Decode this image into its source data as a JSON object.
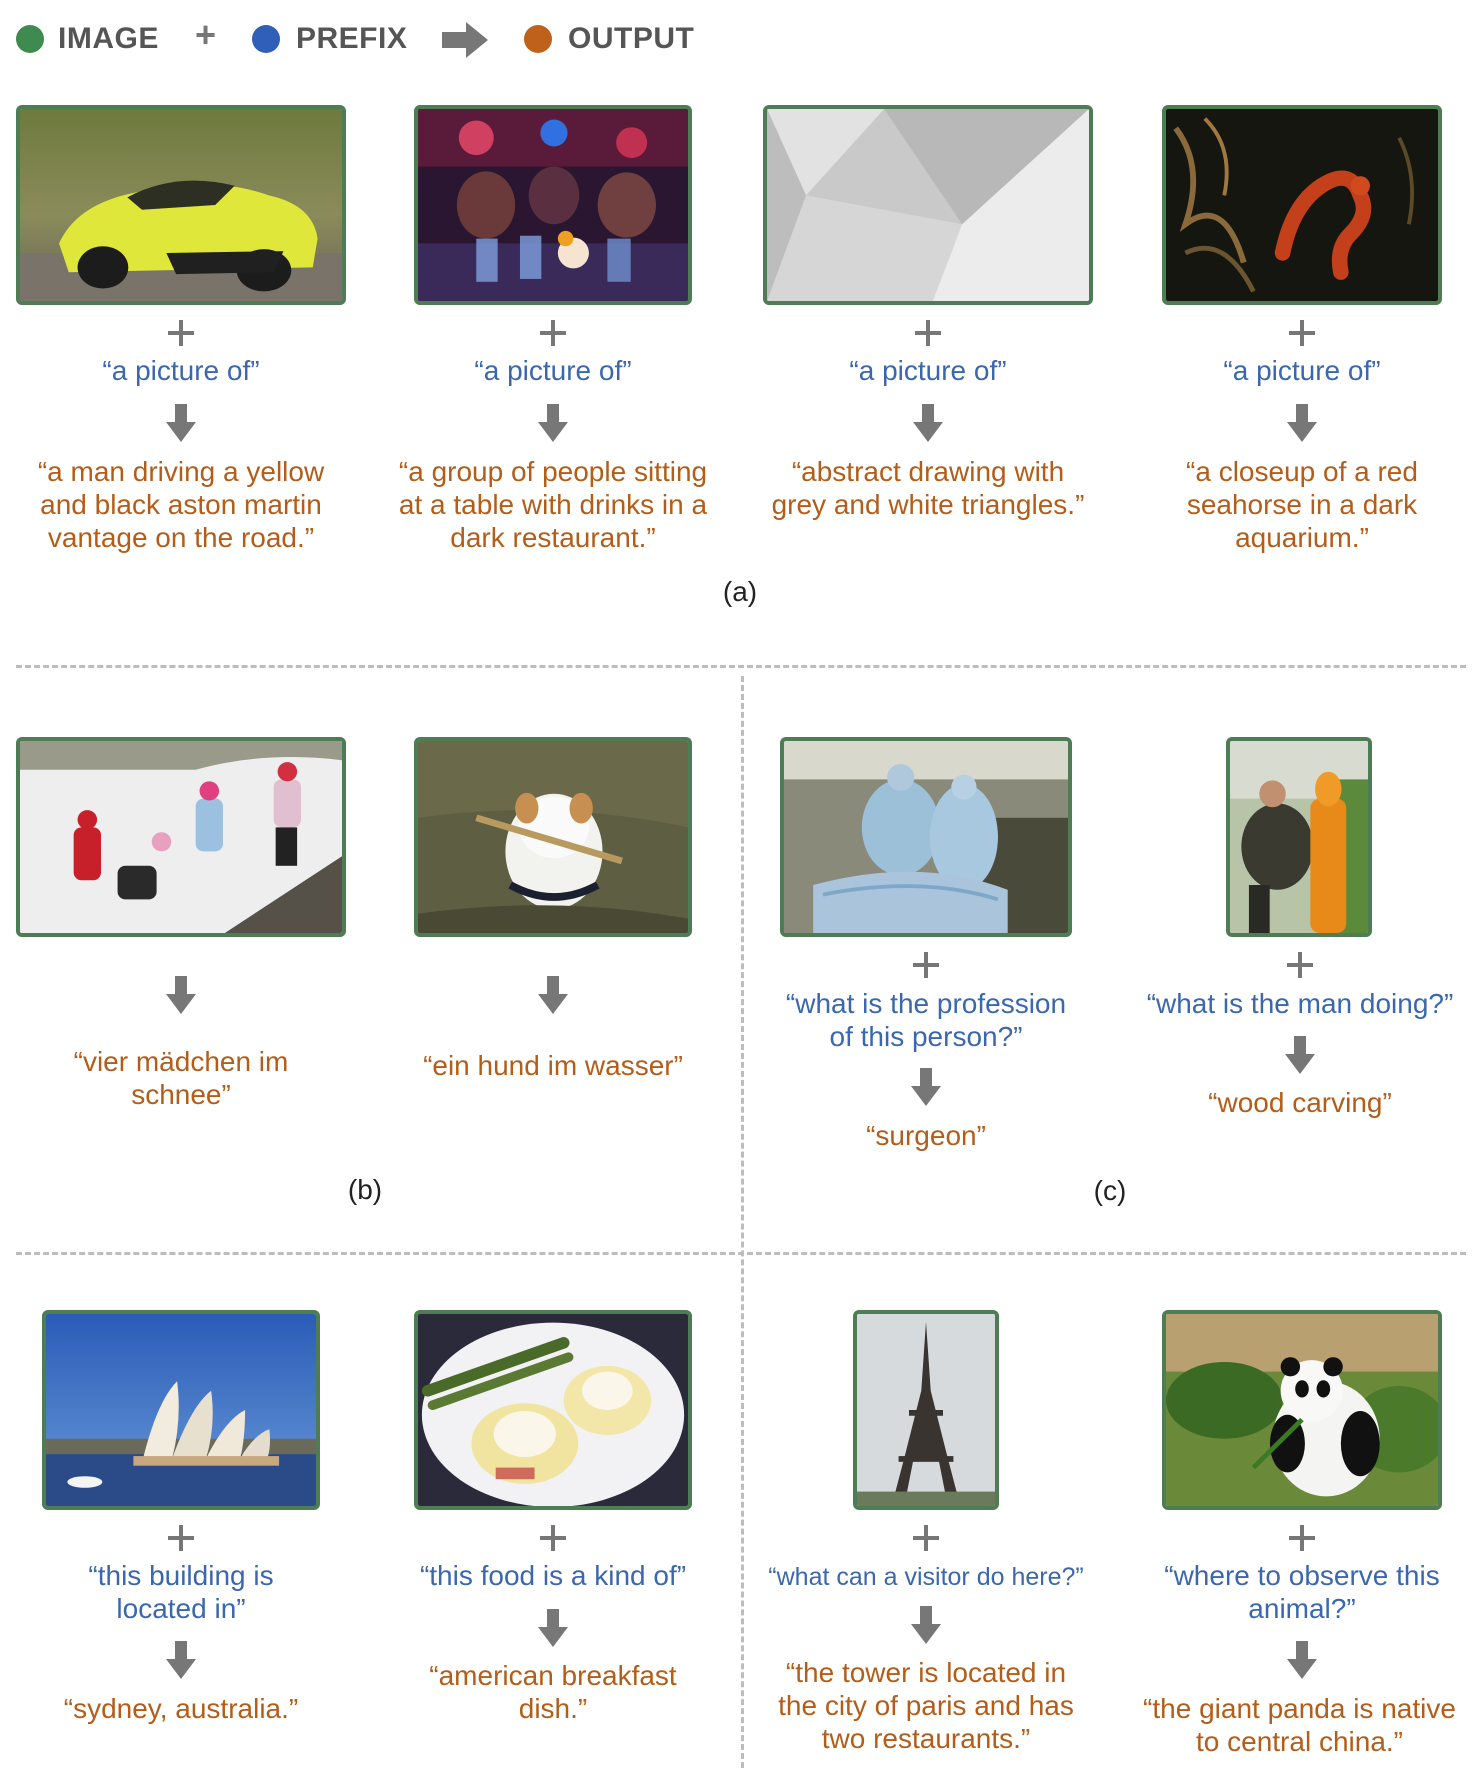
{
  "legend": {
    "image_label": "IMAGE",
    "prefix_label": "PREFIX",
    "output_label": "OUTPUT",
    "plus_symbol": "+",
    "image_color": "#3f8a4e",
    "prefix_color": "#2f5fb7",
    "output_color": "#c0611b"
  },
  "section_a": {
    "label": "(a)",
    "examples": [
      {
        "image": "yellow-sports-car",
        "prefix": "“a picture of”",
        "output": "“a man driving a yellow\nand black aston martin\nvantage on the road.”"
      },
      {
        "image": "dark-restaurant-people",
        "prefix": "“a picture of”",
        "output": "“a group of people sitting\nat a table with drinks in a\ndark restaurant.”"
      },
      {
        "image": "grey-white-triangles",
        "prefix": "“a picture of”",
        "output": "“abstract drawing with\ngrey and white triangles.”"
      },
      {
        "image": "red-seahorse",
        "prefix": "“a picture of”",
        "output": "“a closeup of a red\nseahorse in a dark\naquarium.”"
      }
    ]
  },
  "section_b": {
    "label": "(b)",
    "examples": [
      {
        "image": "girls-in-snow",
        "output": "“vier mädchen im\nschnee”"
      },
      {
        "image": "dog-in-water",
        "output": "“ein hund im wasser”"
      }
    ]
  },
  "section_c": {
    "label": "(c)",
    "examples": [
      {
        "image": "surgeons-operating",
        "prefix": "“what is the profession\nof this person?”",
        "output": "“surgeon”"
      },
      {
        "image": "man-wood-carving",
        "prefix": "“what is the man doing?”",
        "output": "“wood carving”"
      }
    ]
  },
  "section_d": {
    "examples": [
      {
        "image": "sydney-opera-house",
        "prefix": "“this building is\nlocated in”",
        "output": "“sydney, australia.”"
      },
      {
        "image": "eggs-benedict-plate",
        "prefix": "“this food is a kind of”",
        "output": "“american breakfast\ndish.”"
      },
      {
        "image": "eiffel-tower",
        "prefix": "“what can a visitor do here?”",
        "output": "“the tower is located in\nthe city of paris and has\ntwo restaurants.”"
      },
      {
        "image": "giant-panda",
        "prefix": "“where to observe this\nanimal?”",
        "output": "“the giant panda is native\nto central china.”"
      }
    ]
  }
}
